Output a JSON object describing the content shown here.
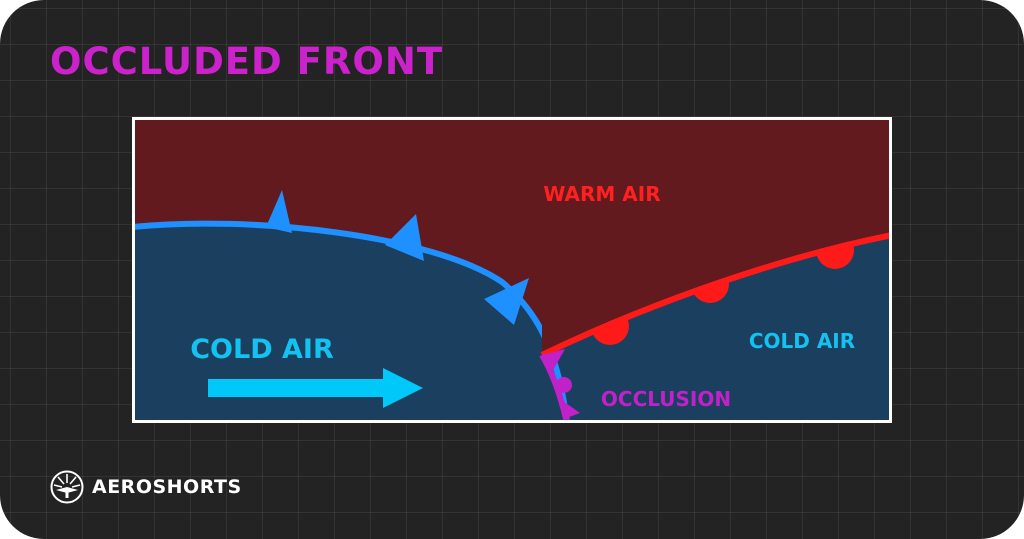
{
  "title": "OCCLUDED FRONT",
  "labels": {
    "warm_air": "WARM AIR",
    "cold_air_left": "COLD AIR",
    "cold_air_right": "COLD AIR",
    "occlusion": "OCCLUSION"
  },
  "brand": {
    "name": "AEROSHORTS",
    "logo_icon": "propeller-logo-icon"
  },
  "colors": {
    "title": "#CC22CC",
    "warm_air_fill": "#621A1E",
    "cold_air_fill": "#1B3F5E",
    "cold_front": "#1E90FF",
    "warm_front": "#FF1A1A",
    "occlusion": "#C021C8",
    "cold_air_text": "#13C2F0",
    "warm_air_text": "#FF2020",
    "arrow": "#00C8F8",
    "frame": "#FFFFFF",
    "brand_text": "#FFFFFF"
  }
}
